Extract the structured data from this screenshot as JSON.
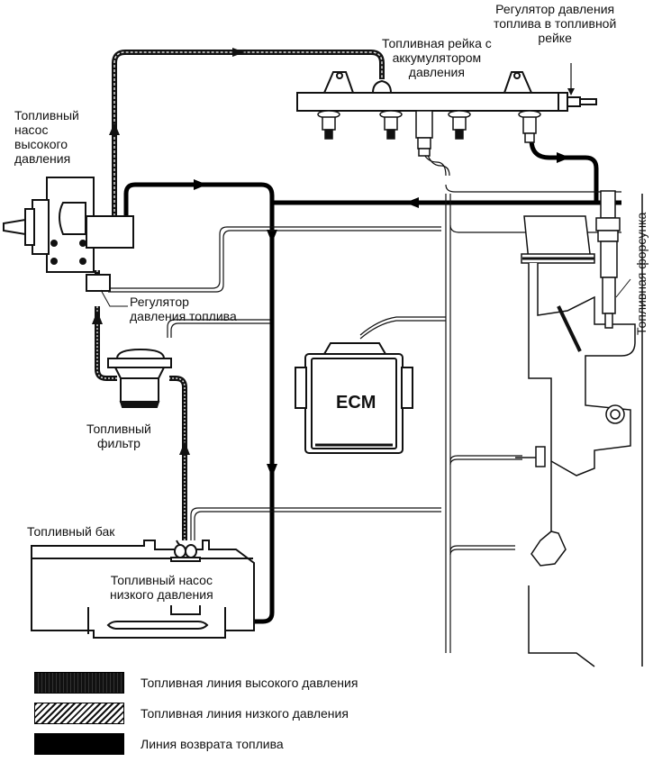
{
  "labels": {
    "rail_pressure_regulator": [
      "Регулятор давления",
      "топлива в топливной",
      "рейке"
    ],
    "fuel_rail": [
      "Топливная рейка с",
      "аккумулятором",
      "давления"
    ],
    "high_pressure_pump": [
      "Топливный",
      "насос",
      "высокого",
      "давления"
    ],
    "fuel_pressure_regulator": [
      "Регулятор",
      "давления топлива"
    ],
    "fuel_filter": [
      "Топливный",
      "фильтр"
    ],
    "fuel_tank": "Топливный бак",
    "low_pressure_pump": [
      "Топливный насос",
      "низкого давления"
    ],
    "fuel_injector": "Топливная форсунка",
    "ecm": "ECM"
  },
  "legend": [
    {
      "key": "high",
      "label": "Топливная линия высокого давления"
    },
    {
      "key": "low",
      "label": "Топливная линия низкого давления"
    },
    {
      "key": "return",
      "label": "Линия возврата топлива"
    }
  ]
}
